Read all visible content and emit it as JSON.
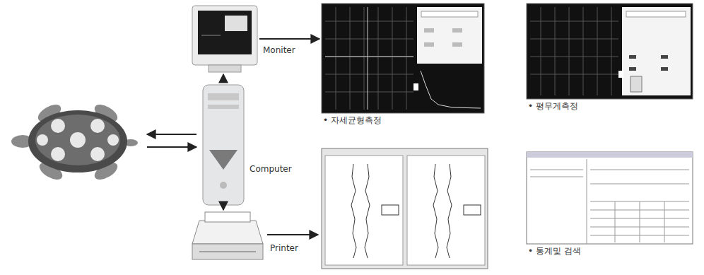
{
  "diagram": {
    "nodes": [
      {
        "text": [
          "Moniter"
        ]
      },
      {
        "text": [
          "Computer"
        ]
      },
      {
        "text": [
          "Printer"
        ]
      },
      {
        "text": [
          "• 자세균형측정"
        ]
      },
      {
        "text": [
          "• 평무게측정"
        ]
      },
      {
        "text": [
          "• 통계및 검색"
        ]
      }
    ],
    "edges": [
      {
        "from": 1,
        "to": 0,
        "arrow": "to"
      },
      {
        "from": 1,
        "to": 2,
        "arrow": "to"
      },
      {
        "from": 0,
        "to": 3,
        "arrow": "to"
      }
    ]
  }
}
